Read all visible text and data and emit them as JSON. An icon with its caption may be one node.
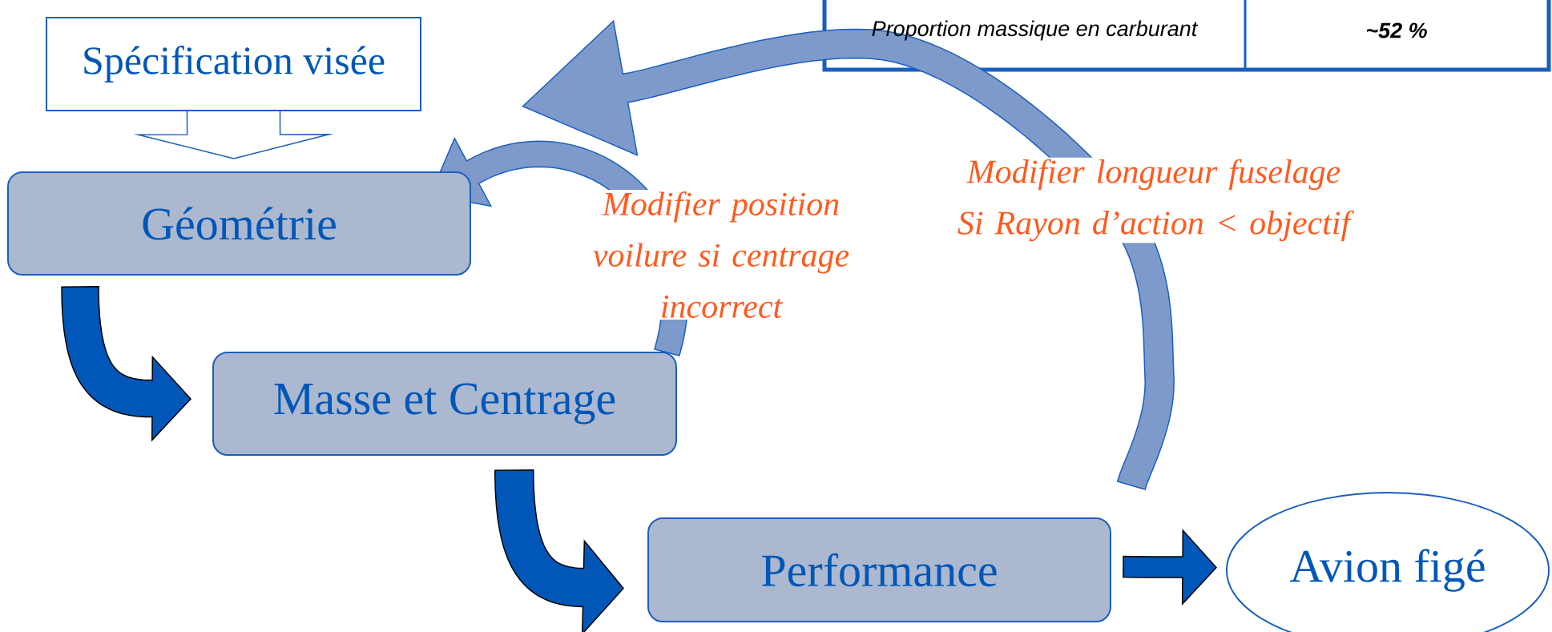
{
  "diagram": {
    "nodes": [
      {
        "text": [
          "Spécification visée"
        ]
      },
      {
        "text": [
          "Géométrie"
        ]
      },
      {
        "text": [
          "Masse et Centrage"
        ]
      },
      {
        "text": [
          "Performance"
        ]
      },
      {
        "text": [
          "Avion figé"
        ]
      }
    ],
    "edges": [
      {
        "from": 0,
        "to": 1,
        "arrow": "to",
        "color": "#ffffff"
      },
      {
        "from": 1,
        "to": 2,
        "arrow": "to",
        "color": "#0057b8"
      },
      {
        "from": 2,
        "to": 3,
        "arrow": "to",
        "color": "#0057b8"
      },
      {
        "from": 3,
        "to": 4,
        "arrow": "to",
        "color": "#0057b8"
      },
      {
        "from": 2,
        "to": 1,
        "arrow": "to",
        "label": "Modifier position voilure si centrage incorrect",
        "color": "#7d9acb"
      },
      {
        "from": 3,
        "to": 1,
        "arrow": "to",
        "label": "Modifier longueur fuselage Si Rayon d’action < objectif",
        "color": "#7d9acb"
      }
    ],
    "labels": [
      "Proportion massique en carburant",
      "~52 %"
    ]
  }
}
